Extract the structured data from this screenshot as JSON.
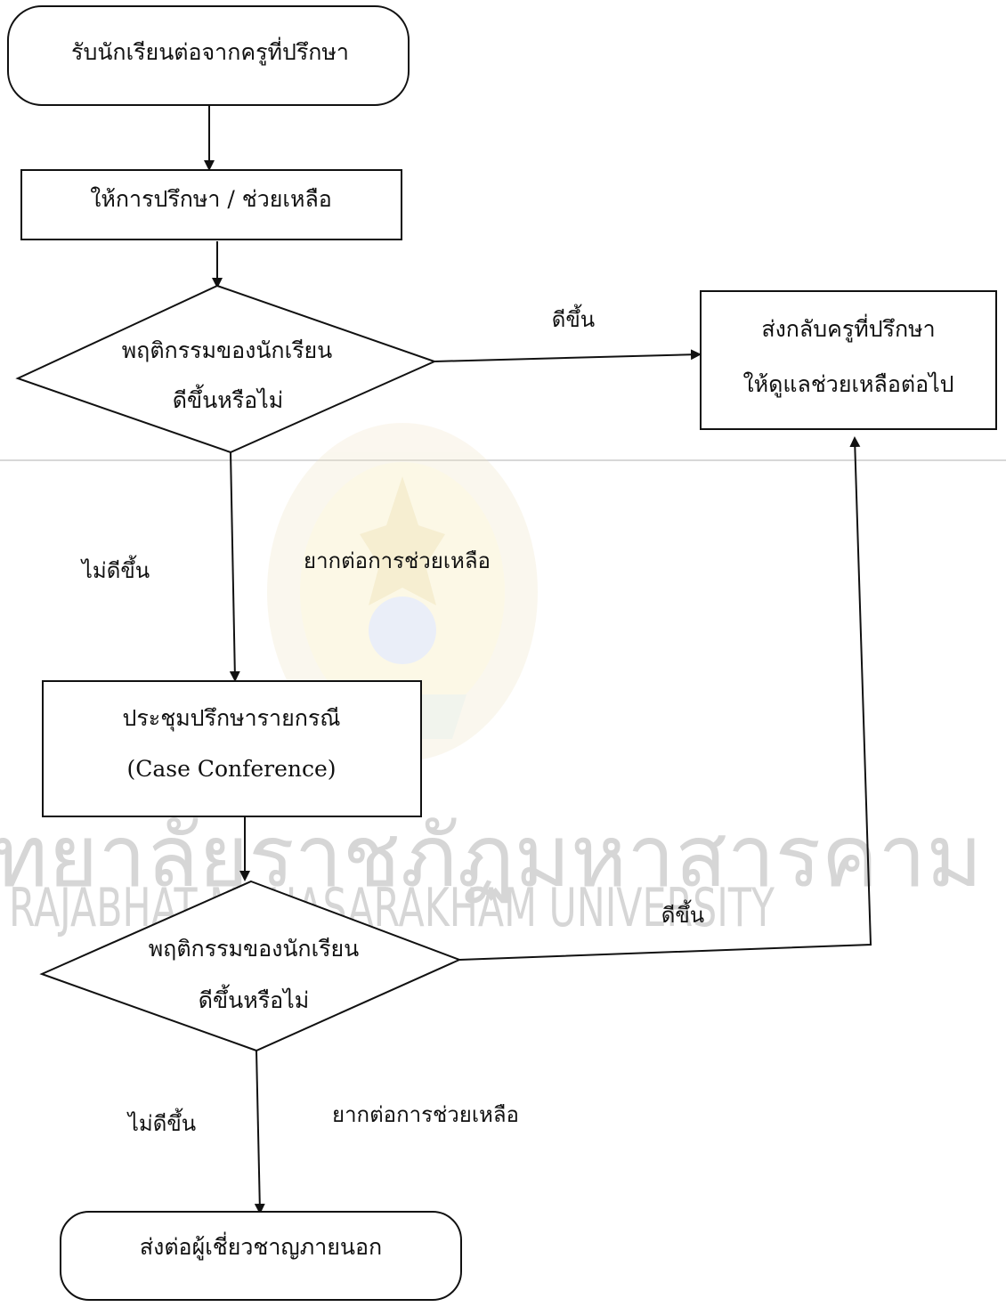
{
  "watermark": {
    "thai_text": "มหาวิทยาลัยราชภัฏมหาสารคาม",
    "english_text": "RAJABHAT MAHASARAKHAM UNIVERSITY"
  },
  "nodes": {
    "start": "รับนักเรียนต่อจากครูที่ปรึกษา",
    "counsel": "ให้การปรึกษา / ช่วยเหลือ",
    "decision1_line1": "พฤติกรรมของนักเรียน",
    "decision1_line2": "ดีขึ้นหรือไม่",
    "return_line1": "ส่งกลับครูที่ปรึกษา",
    "return_line2": "ให้ดูแลช่วยเหลือต่อไป",
    "conference_line1": "ประชุมปรึกษารายกรณี",
    "conference_line2": "(Case  Conference)",
    "decision2_line1": "พฤติกรรมของนักเรียน",
    "decision2_line2": "ดีขึ้นหรือไม่",
    "refer": "ส่งต่อผู้เชี่ยวชาญภายนอก"
  },
  "edges": {
    "d1_better": "ดีขึ้น",
    "d1_not_better": "ไม่ดีขึ้น",
    "d1_difficult": "ยากต่อการช่วยเหลือ",
    "d2_better": "ดีขึ้น",
    "d2_not_better": "ไม่ดีขึ้น",
    "d2_difficult": "ยากต่อการช่วยเหลือ"
  }
}
